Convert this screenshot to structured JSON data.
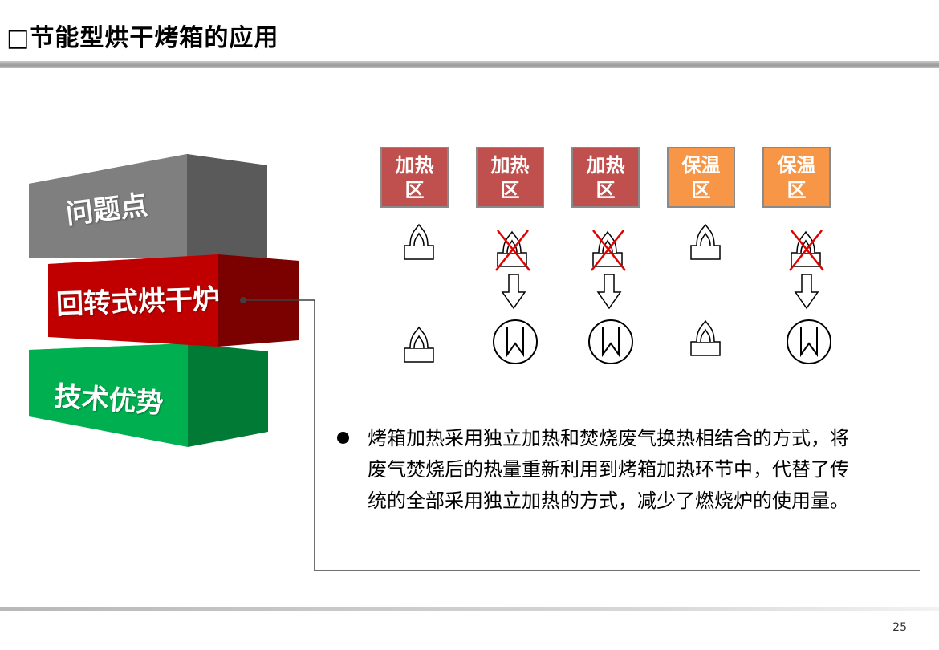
{
  "header": {
    "title": "□节能型烘干烤箱的应用"
  },
  "blocks": [
    {
      "label": "问题点",
      "front": "#7f7f7f",
      "side": "#5a5a5a",
      "top": "#9a9a9a"
    },
    {
      "label": "回转式烘干炉",
      "front": "#c00000",
      "side": "#7b0000",
      "top": "#d83030"
    },
    {
      "label": "技术优势",
      "front": "#00b050",
      "side": "#007a34",
      "top": "#2ad070"
    }
  ],
  "zones": [
    {
      "line1": "加热",
      "line2": "区",
      "color": "#c0504d",
      "heater_disabled": false,
      "heat_exchanger": false
    },
    {
      "line1": "加热",
      "line2": "区",
      "color": "#c0504d",
      "heater_disabled": true,
      "heat_exchanger": true
    },
    {
      "line1": "加热",
      "line2": "区",
      "color": "#c0504d",
      "heater_disabled": true,
      "heat_exchanger": true
    },
    {
      "line1": "保温",
      "line2": "区",
      "color": "#f79646",
      "heater_disabled": false,
      "heat_exchanger": false
    },
    {
      "line1": "保温",
      "line2": "区",
      "color": "#f79646",
      "heater_disabled": true,
      "heat_exchanger": true
    }
  ],
  "description": {
    "text": "烤箱加热采用独立加热和焚烧废气换热相结合的方式，将废气焚烧后的热量重新利用到烤箱加热环节中，代替了传统的全部采用独立加热的方式，减少了燃烧炉的使用量。"
  },
  "footer": {
    "page_number": "25"
  }
}
